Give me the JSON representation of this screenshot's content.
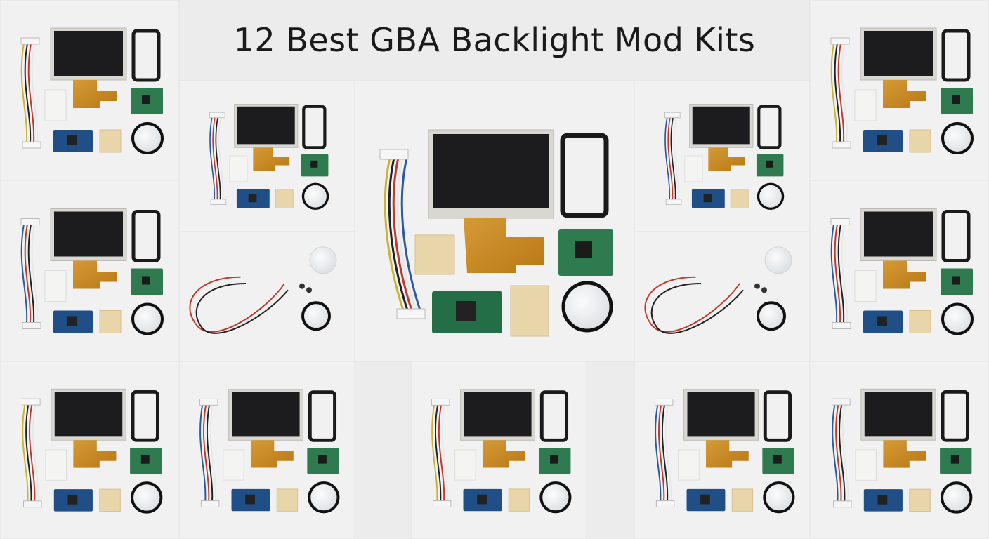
{
  "title": "12 Best GBA Backlight Mod Kits",
  "colors": {
    "background": "#ececec",
    "screen": "#1c1c1e",
    "bezel": "#d9d7d2",
    "flex": "#c98a25",
    "pcb_blue": "#1f4f86",
    "pcb_green": "#2f7a4e",
    "adhesive": "#e8d6aa"
  },
  "kits": [
    {
      "variant": "full"
    },
    {
      "variant": "full"
    },
    {
      "variant": "wire-lens"
    },
    {
      "variant": "full"
    },
    {
      "variant": "full"
    },
    {
      "variant": "full"
    },
    {
      "variant": "wire-lens"
    },
    {
      "variant": "full"
    },
    {
      "variant": "full"
    },
    {
      "variant": "full"
    },
    {
      "variant": "full"
    },
    {
      "variant": "full"
    }
  ]
}
